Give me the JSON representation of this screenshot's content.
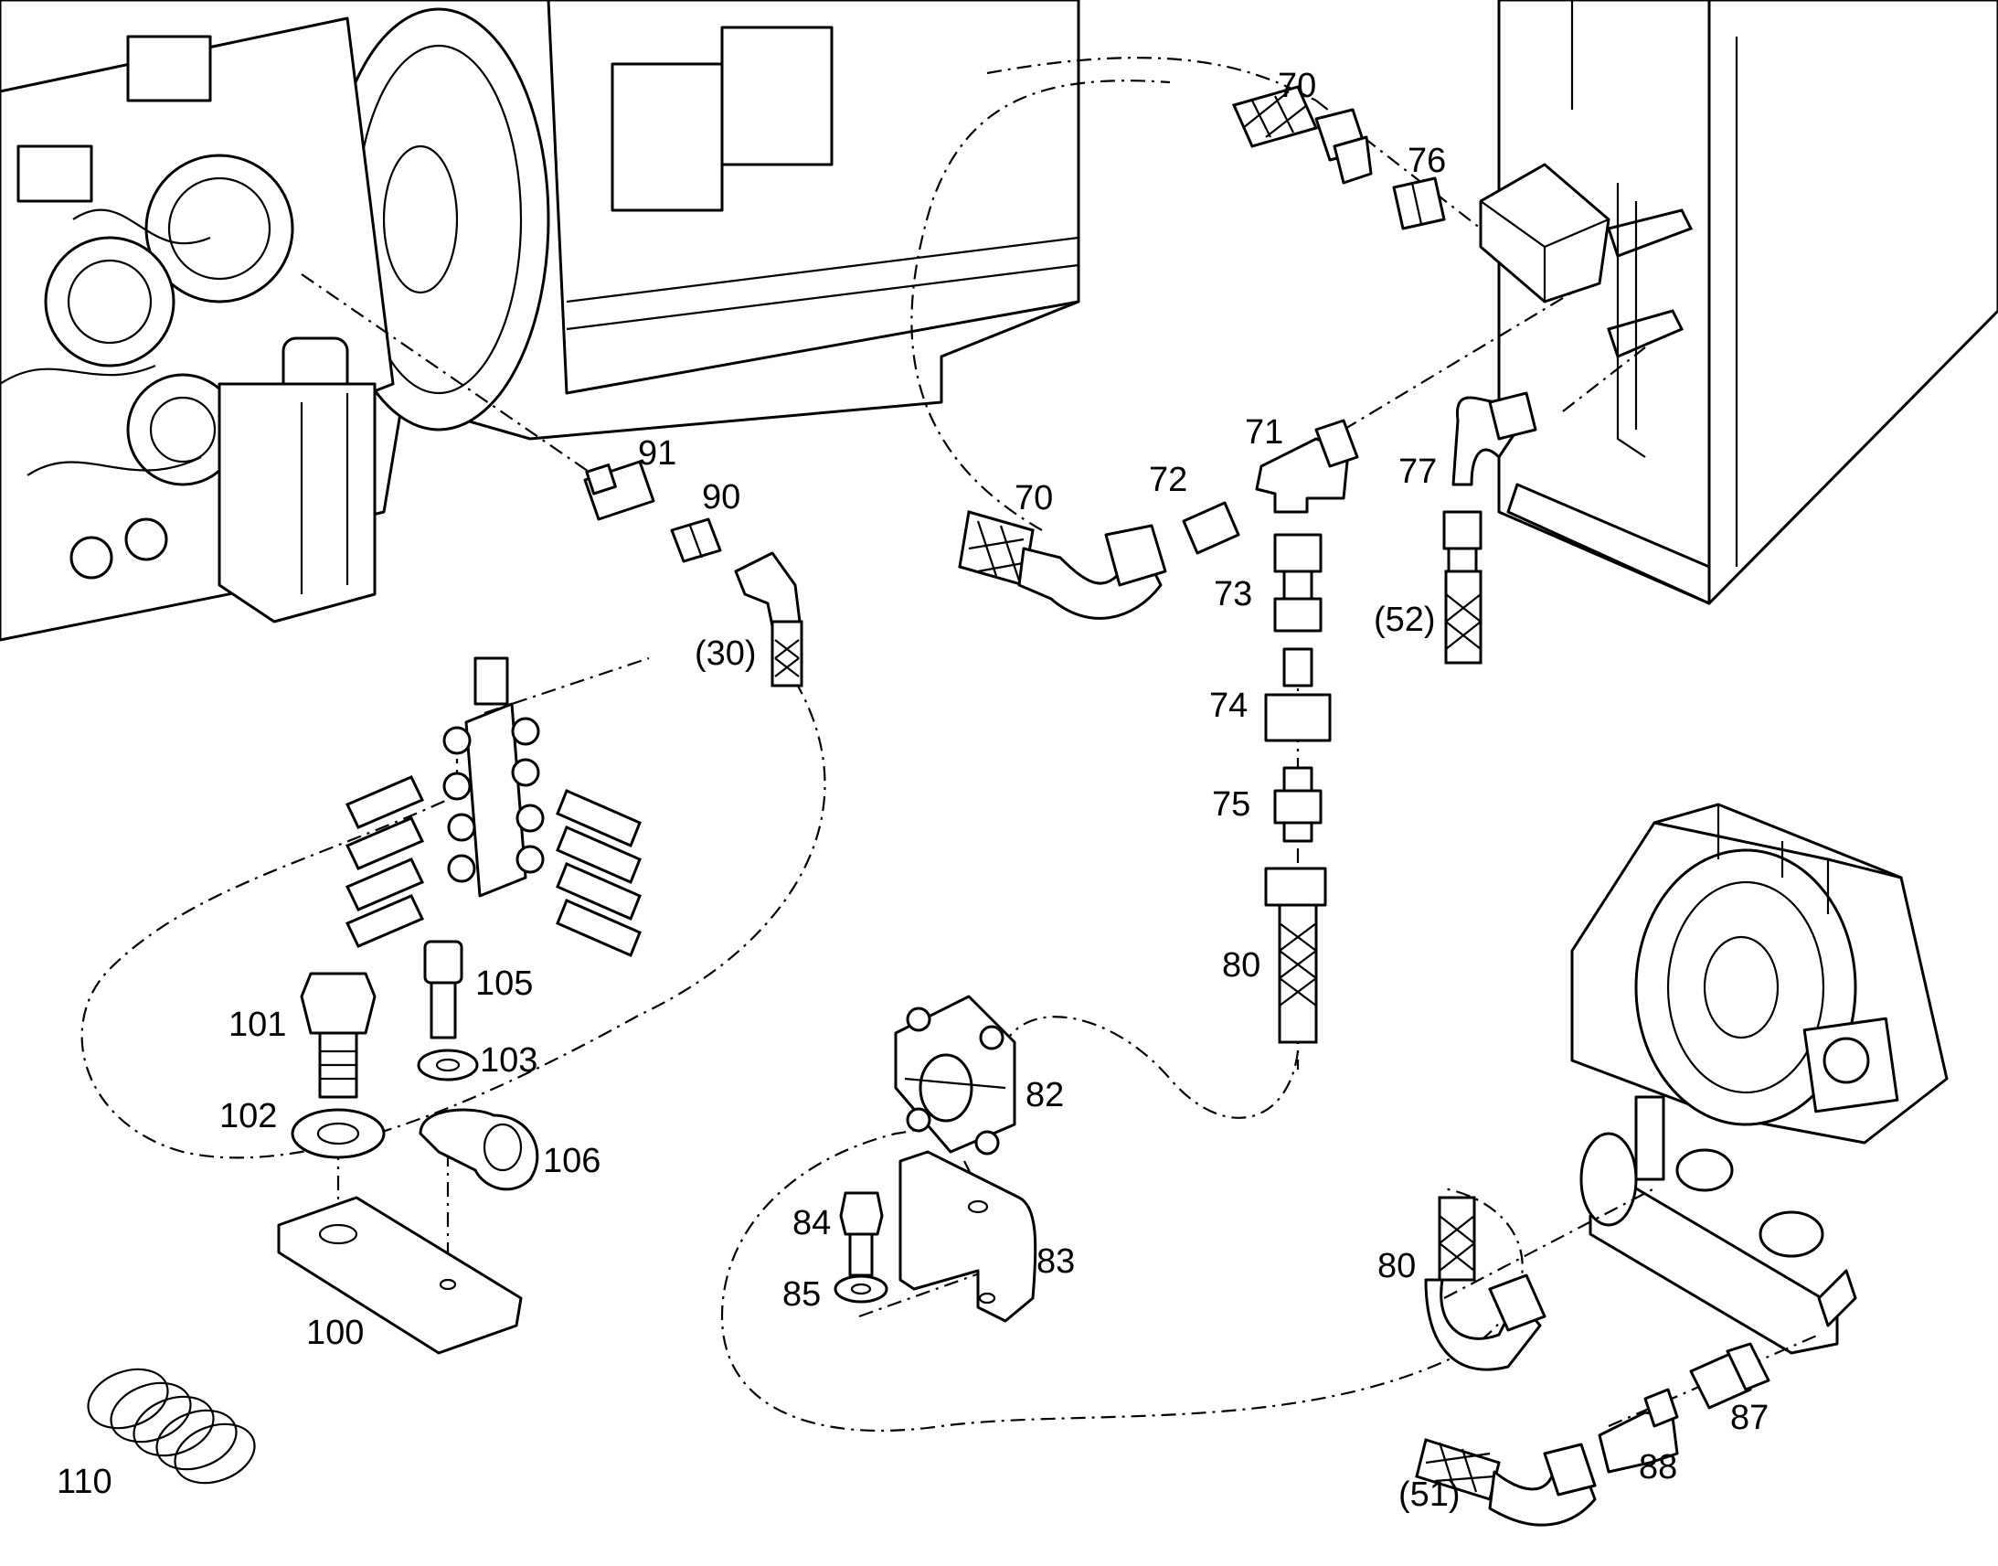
{
  "labels": {
    "l70a": "70",
    "l76": "76",
    "l91": "91",
    "l90": "90",
    "l30": "(30)",
    "l71": "71",
    "l72": "72",
    "l70b": "70",
    "l77": "77",
    "l73": "73",
    "l52": "(52)",
    "l74": "74",
    "l75": "75",
    "l80a": "80",
    "l105": "105",
    "l101": "101",
    "l103": "103",
    "l102": "102",
    "l106": "106",
    "l100": "100",
    "l82": "82",
    "l84": "84",
    "l83": "83",
    "l85": "85",
    "l80b": "80",
    "l87": "87",
    "l88": "88",
    "l51": "(51)",
    "l110": "110"
  },
  "colors": {
    "line": "#000000",
    "background": "#ffffff"
  }
}
